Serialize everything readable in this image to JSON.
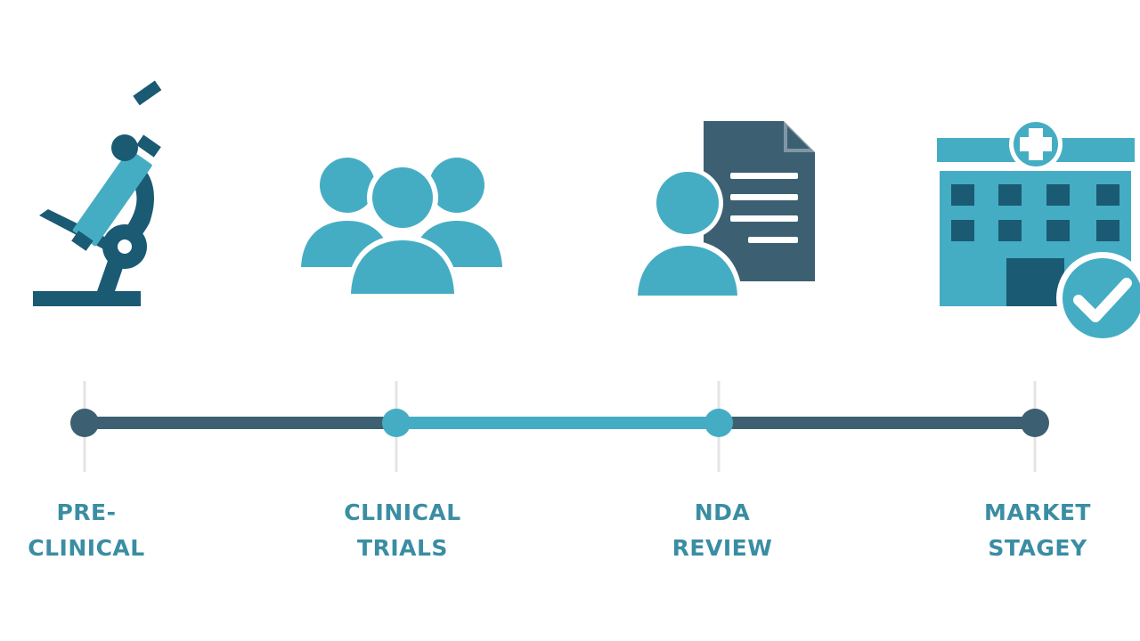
{
  "colors": {
    "teal": "#45adc3",
    "dark_slate": "#3c6072",
    "navy": "#1b5a73",
    "label_text": "#3a8da3",
    "tick": "#e4e4e4"
  },
  "stages": [
    {
      "id": "preclinical",
      "icon": "microscope-icon",
      "lines": [
        "PRE-",
        "CLINICAL"
      ]
    },
    {
      "id": "clinical",
      "icon": "people-group-icon",
      "lines": [
        "CLINICAL",
        "TRIALS"
      ]
    },
    {
      "id": "nda",
      "icon": "person-document-icon",
      "lines": [
        "NDA",
        "REVIEW"
      ]
    },
    {
      "id": "market",
      "icon": "hospital-checkmark-icon",
      "lines": [
        "MARKET",
        "STAGEY"
      ]
    }
  ],
  "timeline": {
    "segments": [
      {
        "from": "preclinical",
        "to": "clinical",
        "color": "dark_slate"
      },
      {
        "from": "clinical",
        "to": "nda",
        "color": "teal"
      },
      {
        "from": "nda",
        "to": "market",
        "color": "dark_slate"
      }
    ],
    "nodes": [
      {
        "stage": "preclinical",
        "color": "dark_slate"
      },
      {
        "stage": "clinical",
        "color": "teal"
      },
      {
        "stage": "nda",
        "color": "teal"
      },
      {
        "stage": "market",
        "color": "dark_slate"
      }
    ]
  }
}
